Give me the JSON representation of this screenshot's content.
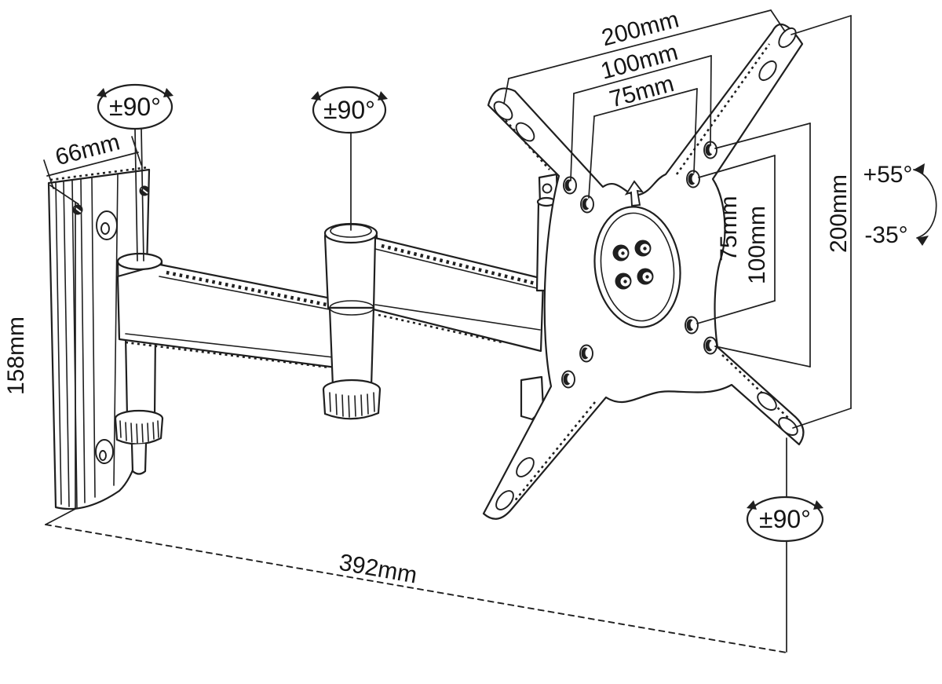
{
  "figure": {
    "background": "#ffffff",
    "line_color": "#1f1f1f"
  },
  "dims": {
    "wall_plate_width": "66mm",
    "wall_plate_height": "158mm",
    "max_extension": "392mm",
    "vesa_top_outer": "200mm",
    "vesa_top_mid": "100mm",
    "vesa_top_inner": "75mm",
    "vesa_side_inner": "75mm",
    "vesa_side_mid": "100mm",
    "vesa_side_outer": "200mm"
  },
  "angles": {
    "wall_swivel": "±90°",
    "elbow_swivel": "±90°",
    "plate_swivel": "±90°",
    "tilt_up": "+55°",
    "tilt_down": "-35°"
  }
}
